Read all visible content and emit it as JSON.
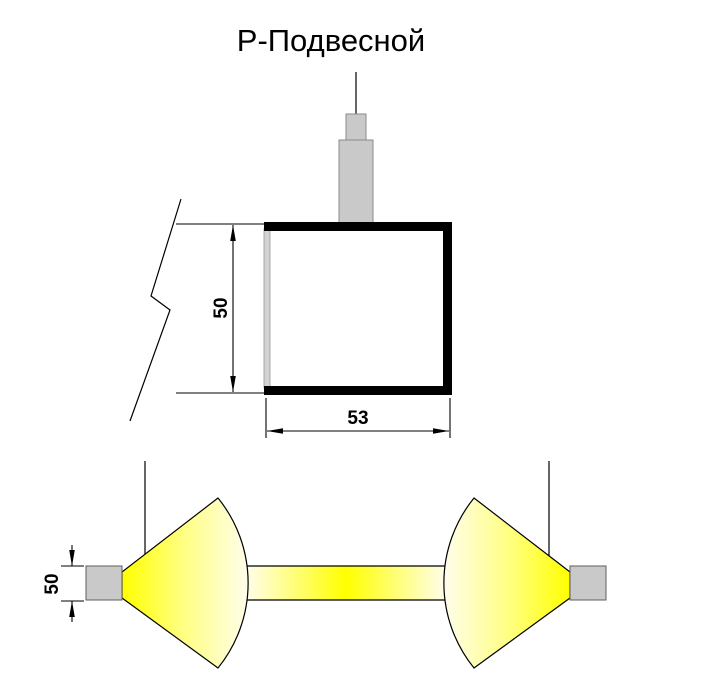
{
  "title": "Р-Подвесной",
  "top_view": {
    "height_dimension": "50",
    "width_dimension": "53"
  },
  "bottom_view": {
    "height_dimension": "50"
  },
  "colors": {
    "line": "#000000",
    "background": "#ffffff",
    "mount_fill": "#c9c9c9",
    "mount_stroke": "#8a8a8a",
    "diffuser_fill": "#d2d2d2",
    "diffuser_stroke": "#979797",
    "endcap_fill": "#c9c9c9",
    "endcap_stroke": "#5f5f5f",
    "glow_bright": "#ffff00",
    "glow_mid": "#ffff7a",
    "glow_faint": "#fffdeb"
  }
}
